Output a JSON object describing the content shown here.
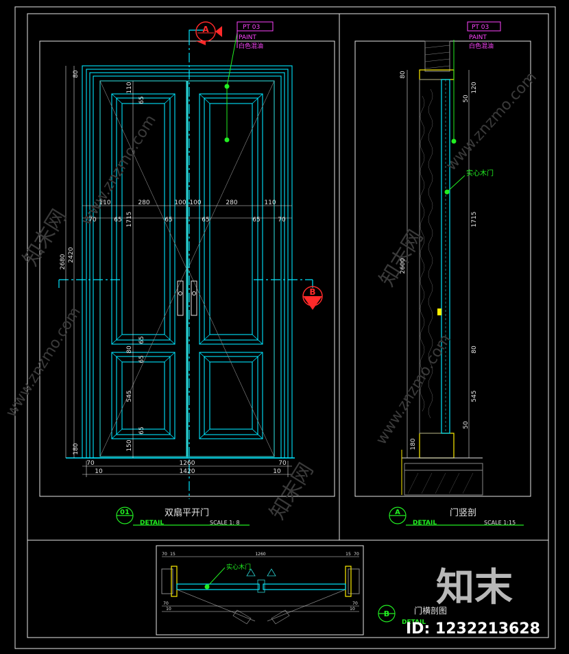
{
  "colors": {
    "bg": "#000000",
    "cyan": "#00e5ff",
    "cyan2": "#2bd4d4",
    "white": "#e6e6e6",
    "green": "#22ee22",
    "magenta": "#ff44ff",
    "red": "#ff2a2a",
    "yellow": "#ffee00",
    "grey": "#8a8a8a"
  },
  "tag": {
    "code": "PT 03",
    "type": "PAINT",
    "finish": "白色混油"
  },
  "front": {
    "callout_num": "01",
    "title": "双扇平开门",
    "label": "DETAIL",
    "scale": "SCALE 1: 8",
    "section_a": "A",
    "section_b": "B",
    "dims_h": {
      "left_frame": "110",
      "left_panel": "280",
      "left_stile": "100",
      "right_stile": "100",
      "right_panel": "280",
      "right_frame": "110"
    },
    "dims_inner": {
      "a": "70",
      "b": "65",
      "c": "65",
      "d": "65",
      "e": "65",
      "f": "70"
    },
    "dims_v": {
      "top": "80",
      "overall": "2680",
      "door": "2420",
      "top_rail": "110",
      "rail_a": "65",
      "upper_panel": "1715",
      "rail_b": "65",
      "mid": "80",
      "rail_c": "65",
      "lower_panel": "545",
      "rail_d": "65",
      "bottom": "150",
      "base": "180"
    },
    "dims_bottom": {
      "inner": "1260",
      "overall": "1420",
      "l70": "70",
      "r70": "70",
      "l10": "10",
      "r10": "10"
    }
  },
  "vsection": {
    "callout": "A",
    "title": "门竖剖",
    "label": "DETAIL",
    "scale": "SCALE 1:15",
    "material": "实心木门",
    "dims": {
      "top": "80",
      "r120": "120",
      "r50": "50",
      "upper": "1715",
      "overall": "2600",
      "mid": "80",
      "lower": "545",
      "r50b": "50",
      "base": "180"
    }
  },
  "hsection": {
    "callout": "B",
    "title": "门横剖图",
    "label": "DETAIL",
    "material": "实心木门",
    "dims": {
      "top": "1260",
      "l70": "70",
      "l15": "15",
      "r15": "15",
      "r70": "70",
      "b70": "70",
      "b70r": "70",
      "b10": "10",
      "b10r": "10"
    }
  },
  "watermark": {
    "site": "www.znzmo.com",
    "brand": "知末网",
    "logo": "知末",
    "id": "ID: 1232213628"
  }
}
